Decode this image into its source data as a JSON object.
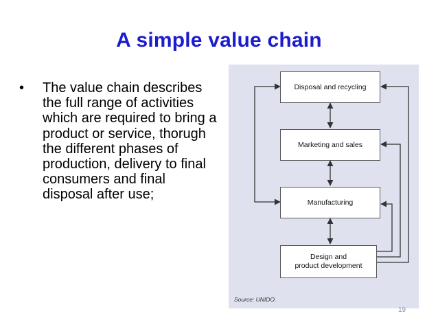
{
  "slide": {
    "title": "A simple value chain",
    "bullet": "The value chain describes the full range of activities which are required to bring a product or service, thorugh the different phases of production, delivery to final consumers and final disposal after use;",
    "bullet_symbol": "•",
    "page_number": "19"
  },
  "diagram": {
    "boxes": {
      "disposal": "Disposal and recycling",
      "marketing": "Marketing and sales",
      "manufacturing": "Manufacturing",
      "design_line1": "Design and",
      "design_line2": "product development"
    },
    "source": "Source: UNIDO."
  },
  "colors": {
    "title": "#1c1ccc",
    "figure_background": "#dfe2ee",
    "arrow": "#333333"
  }
}
